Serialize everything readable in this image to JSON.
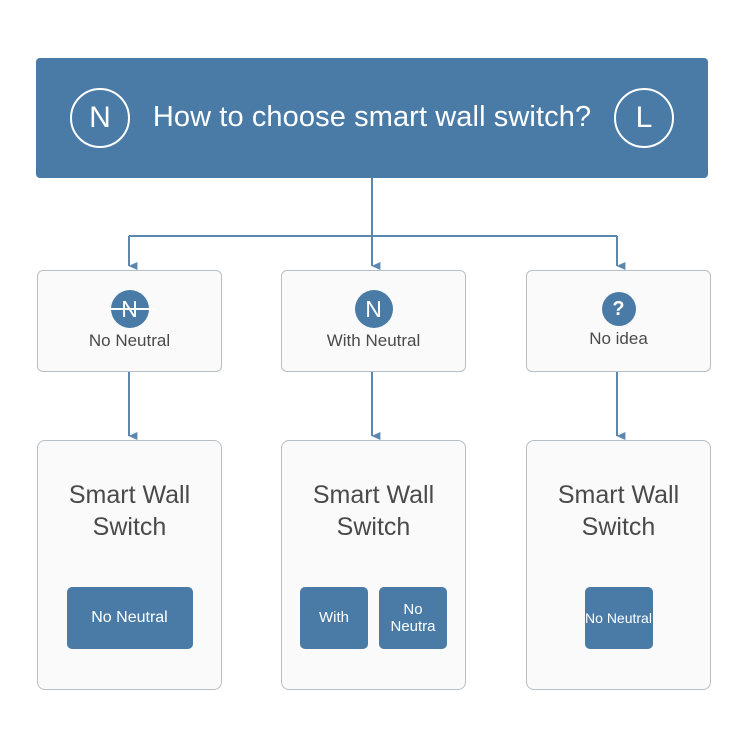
{
  "header": {
    "title": "How to choose smart wall switch?",
    "left_badge": "N",
    "right_badge": "L",
    "bg_color": "#4a7ba7"
  },
  "options": [
    {
      "icon": "n-struck-icon",
      "icon_glyph": "N",
      "label": "No Neutral"
    },
    {
      "icon": "n-icon",
      "icon_glyph": "N",
      "label": "With Neutral"
    },
    {
      "icon": "question-icon",
      "icon_glyph": "?",
      "label": "No idea"
    }
  ],
  "products": [
    {
      "title": "Smart Wall Switch",
      "buttons": [
        {
          "label": "No Neutral",
          "size": "wide"
        }
      ]
    },
    {
      "title": "Smart Wall Switch",
      "buttons": [
        {
          "label": "With",
          "size": "half"
        },
        {
          "label": "No Neutra",
          "size": "half"
        }
      ]
    },
    {
      "title": "Smart Wall Switch",
      "buttons": [
        {
          "label": "No Neutral",
          "size": "single"
        }
      ]
    }
  ],
  "theme": {
    "accent": "#4a7ba7",
    "box_bg": "#fafafa",
    "box_border": "#b7bfc6",
    "connector": "#5b86ae",
    "text": "#4a4a4a",
    "page_bg": "#ffffff"
  }
}
